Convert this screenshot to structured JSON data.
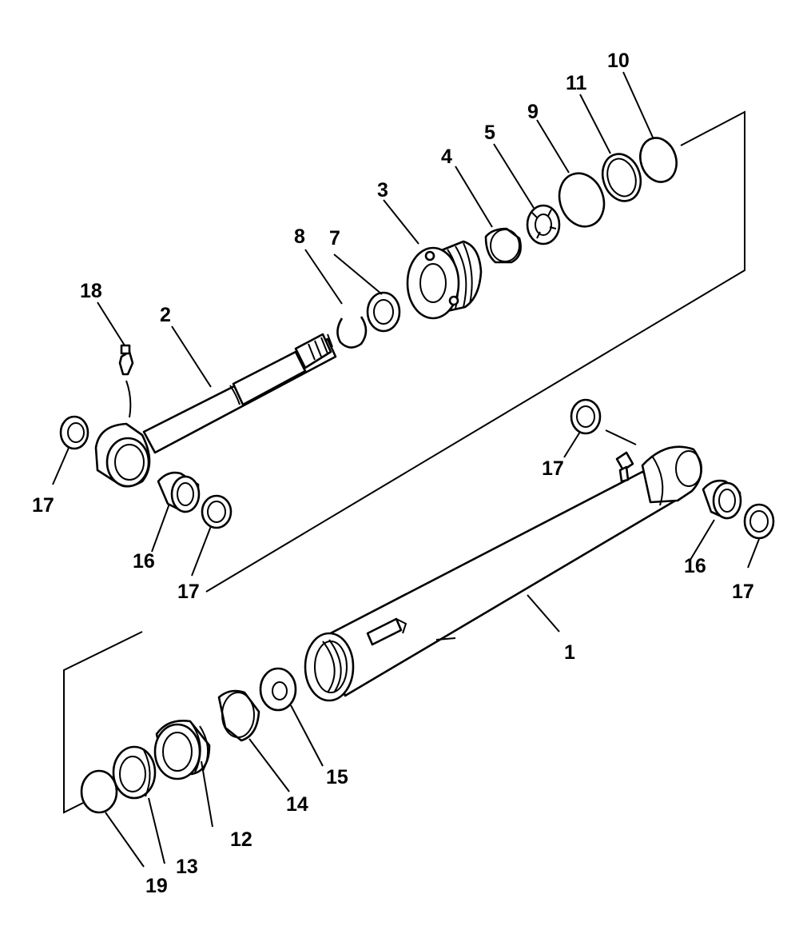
{
  "diagram": {
    "callouts": [
      {
        "id": "c1",
        "text": "1"
      },
      {
        "id": "c2",
        "text": "2"
      },
      {
        "id": "c3",
        "text": "3"
      },
      {
        "id": "c4",
        "text": "4"
      },
      {
        "id": "c5",
        "text": "5"
      },
      {
        "id": "c7",
        "text": "7"
      },
      {
        "id": "c8",
        "text": "8"
      },
      {
        "id": "c9",
        "text": "9"
      },
      {
        "id": "c10",
        "text": "10"
      },
      {
        "id": "c11",
        "text": "11"
      },
      {
        "id": "c12",
        "text": "12"
      },
      {
        "id": "c13",
        "text": "13"
      },
      {
        "id": "c14",
        "text": "14"
      },
      {
        "id": "c15",
        "text": "15"
      },
      {
        "id": "c16a",
        "text": "16"
      },
      {
        "id": "c16b",
        "text": "16"
      },
      {
        "id": "c17a",
        "text": "17"
      },
      {
        "id": "c17b",
        "text": "17"
      },
      {
        "id": "c17c",
        "text": "17"
      },
      {
        "id": "c17d",
        "text": "17"
      },
      {
        "id": "c18",
        "text": "18"
      },
      {
        "id": "c19",
        "text": "19"
      }
    ]
  }
}
